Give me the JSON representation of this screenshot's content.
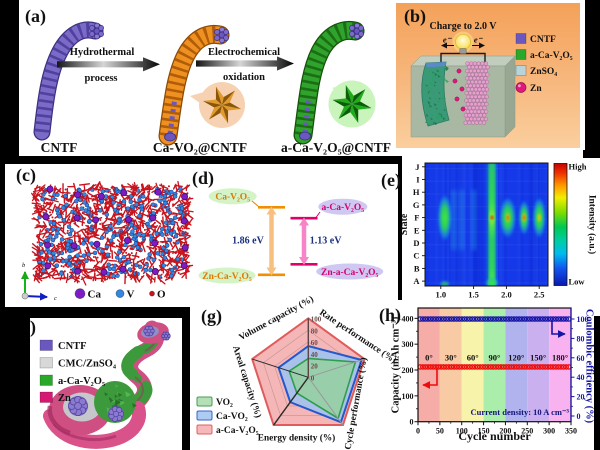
{
  "figure_title": "",
  "panel_a": {
    "label": "(a)",
    "stage1_label": "CNTF",
    "stage2_label": "Ca-VO₂@CNTF",
    "stage3_label": "a-Ca-V₂O₅@CNTF",
    "arrow1_line1": "Hydrothermal",
    "arrow1_line2": "process",
    "arrow2_line1": "Electrochemical",
    "arrow2_line2": "oxidation"
  },
  "panel_b": {
    "label": "(b)",
    "title": "Charge to 2.0 V",
    "electron": "e⁻",
    "legend": [
      {
        "label": "CNTF",
        "color": "#6a58c0",
        "shape": "square"
      },
      {
        "label": "a-Ca-V₂O₅",
        "color": "#2aa82a",
        "shape": "square"
      },
      {
        "label": "ZnSO₄",
        "color": "#b7d4da",
        "shape": "square"
      },
      {
        "label": "Zn",
        "color": "#e0187c",
        "shape": "circle"
      }
    ]
  },
  "panel_c": {
    "label": "(c)",
    "legend": [
      {
        "label": "Ca",
        "color": "#7d1cc4",
        "r": 5
      },
      {
        "label": "V",
        "color": "#3486e0",
        "r": 4
      },
      {
        "label": "O",
        "color": "#c8141e",
        "r": 2.5
      }
    ],
    "axis_up": "b",
    "axis_right": "c"
  },
  "panel_d": {
    "label": "(d)",
    "left_top": "Ca-V₂O₅",
    "left_bottom": "Zn-Ca-V₂O₅",
    "left_gap": "1.86 eV",
    "right_top": "a-Ca-V₂O₅",
    "right_bottom": "Zn-a-Ca-V₂O₅",
    "right_gap": "1.13 eV"
  },
  "panel_e": {
    "label": "(e)"
  },
  "panel_f": {
    "label": "(f)",
    "legend": [
      {
        "label": "CNTF",
        "color": "#6a58c0"
      },
      {
        "label": "CMC/ZnSO₄",
        "color": "#d8d8d8"
      },
      {
        "label": "a-Ca-V₂O₅",
        "color": "#2aa82a"
      },
      {
        "label": "Zn",
        "color": "#d61872"
      }
    ]
  },
  "panel_g": {
    "label": "(g)"
  },
  "panel_h": {
    "label": "(h)"
  },
  "chart_data": [
    {
      "id": "heatmap_e",
      "type": "heatmap",
      "ylabel": "State",
      "yticks": [
        "A",
        "B",
        "C",
        "D",
        "E",
        "F",
        "G",
        "H",
        "I",
        "J"
      ],
      "xticks": [
        "1.0",
        "1.5",
        "2.0",
        "2.5"
      ],
      "xtick_values": [
        1.0,
        1.5,
        2.0,
        2.5
      ],
      "xrange": [
        0.76,
        2.63
      ],
      "colorbar": {
        "high": "High",
        "low": "Low",
        "label": "Intensity (a.u.)"
      },
      "background": "low intensity blue",
      "stripe_x": 1.78,
      "blobs": [
        {
          "x": 1.06,
          "state": "F",
          "w": 13,
          "h": 46,
          "peak": "green"
        },
        {
          "x": 2.02,
          "state": "F",
          "w": 15,
          "h": 40,
          "peak": "red"
        },
        {
          "x": 2.27,
          "state": "F",
          "w": 10,
          "h": 34,
          "peak": "red"
        },
        {
          "x": 2.5,
          "state": "F",
          "w": 12,
          "h": 40,
          "peak": "orange"
        }
      ]
    },
    {
      "id": "radar_g",
      "type": "radar",
      "axes": [
        "Volume capacity (%)",
        "Rate performance (%)",
        "Cycle performance (%)",
        "Energy density (%)",
        "Areal capacity (%)"
      ],
      "rticks": [
        100,
        80,
        60,
        40,
        20,
        0
      ],
      "rmax": 100,
      "series": [
        {
          "name": "a-Ca-V₂O₅",
          "values": [
            100,
            100,
            100,
            100,
            100
          ],
          "fill": "#f4b6b6",
          "stroke": "#e05c5c"
        },
        {
          "name": "Ca-VO₂",
          "values": [
            53,
            95,
            94,
            52,
            53
          ],
          "fill": "#a3c2ee",
          "stroke": "#2458cc"
        },
        {
          "name": "VO₂",
          "values": [
            32,
            84,
            86,
            33,
            34
          ],
          "fill": "#97cfa4",
          "stroke": "#2d9e4f"
        }
      ],
      "legend_order": [
        "VO₂",
        "Ca-VO₂",
        "a-Ca-V₂O₅"
      ],
      "legend_fills": [
        "#b5e0b5",
        "#aecbf2",
        "#f6b8b8"
      ],
      "legend_strokes": [
        "#4a9a5a",
        "#3a66cc",
        "#e06060"
      ]
    },
    {
      "id": "cycling_h",
      "type": "line",
      "xlabel": "Cycle number",
      "ylabel_left": "Capacity (mAh cm⁻³)",
      "ylabel_right": "Coulombic efficiency (%)",
      "annotation": "Current density: 10 A cm⁻³",
      "xlim": [
        0,
        350
      ],
      "ylim_left": [
        0,
        440
      ],
      "xticks": [
        0,
        50,
        100,
        150,
        200,
        250,
        300,
        350
      ],
      "yticks_left": [
        0,
        100,
        200,
        300,
        400
      ],
      "yticks_right": [
        0,
        20,
        40,
        60,
        80,
        100
      ],
      "bands": [
        {
          "label": "0°",
          "color": "#f6aca7"
        },
        {
          "label": "30°",
          "color": "#f8cba4"
        },
        {
          "label": "60°",
          "color": "#f8f3aa"
        },
        {
          "label": "90°",
          "color": "#abedab"
        },
        {
          "label": "120°",
          "color": "#b1b3ee"
        },
        {
          "label": "150°",
          "color": "#cbb0f0"
        },
        {
          "label": "180°",
          "color": "#f8b2f0"
        }
      ],
      "series": [
        {
          "name": "Capacity",
          "value": 212,
          "color": "#ee0d0d",
          "axis": "left"
        },
        {
          "name": "Coulombic efficiency",
          "value": 100,
          "color": "#1515a8",
          "axis": "right"
        }
      ]
    }
  ]
}
